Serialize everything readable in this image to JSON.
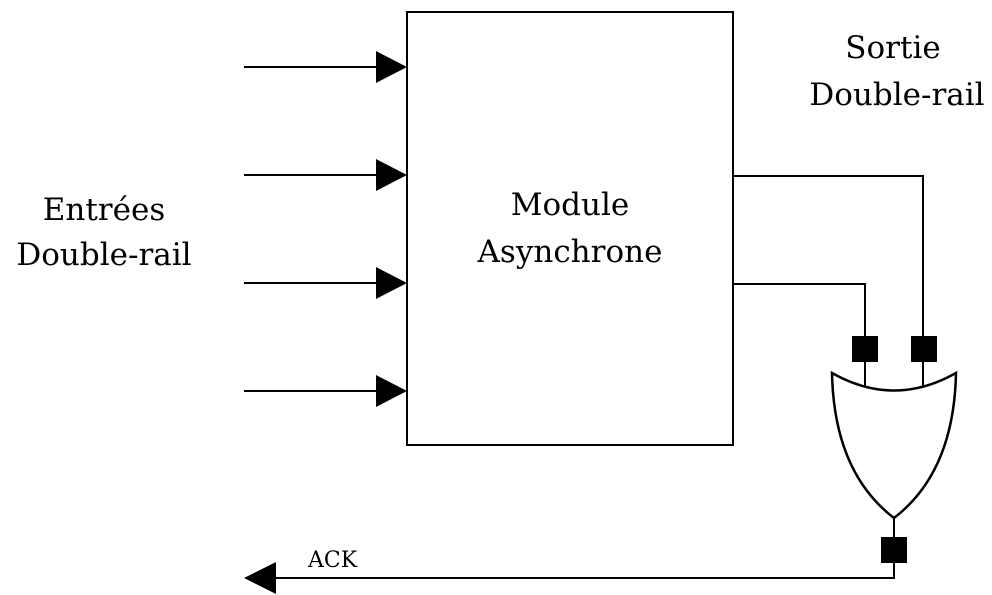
{
  "diagram": {
    "inputs_label": [
      "Entrées",
      "Double-rail"
    ],
    "module_label": [
      "Module",
      "Asynchrone"
    ],
    "output_label": [
      "Sortie",
      "Double-rail"
    ],
    "ack_label": "ACK",
    "input_count": 4,
    "output_wire_count": 2
  }
}
